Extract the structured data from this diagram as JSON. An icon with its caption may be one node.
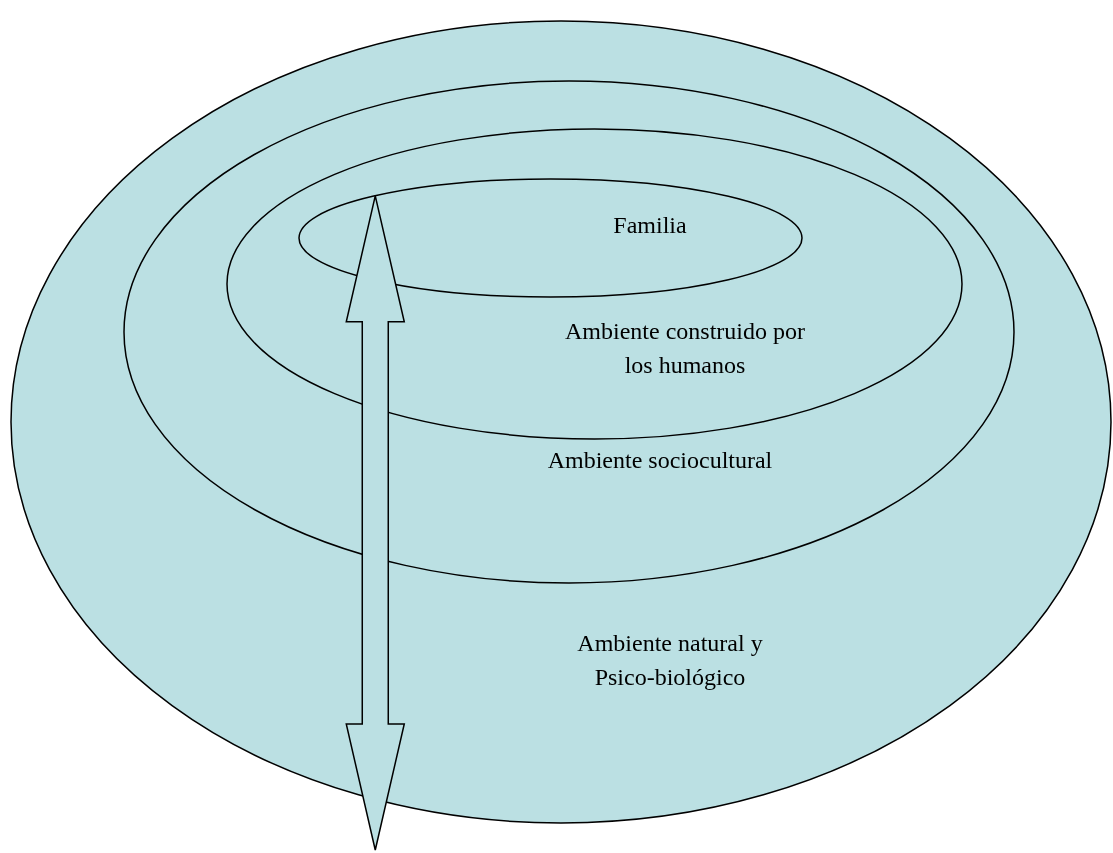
{
  "diagram": {
    "nodes": [
      {
        "text": [
          "Ambiente natural y Psico-biológico"
        ]
      },
      {
        "text": [
          "Ambiente sociocultural"
        ],
        "in": 0
      },
      {
        "text": [
          "Ambiente construido por los humanos"
        ],
        "in": 1
      },
      {
        "text": [
          "Familia"
        ],
        "in": 2
      }
    ]
  }
}
